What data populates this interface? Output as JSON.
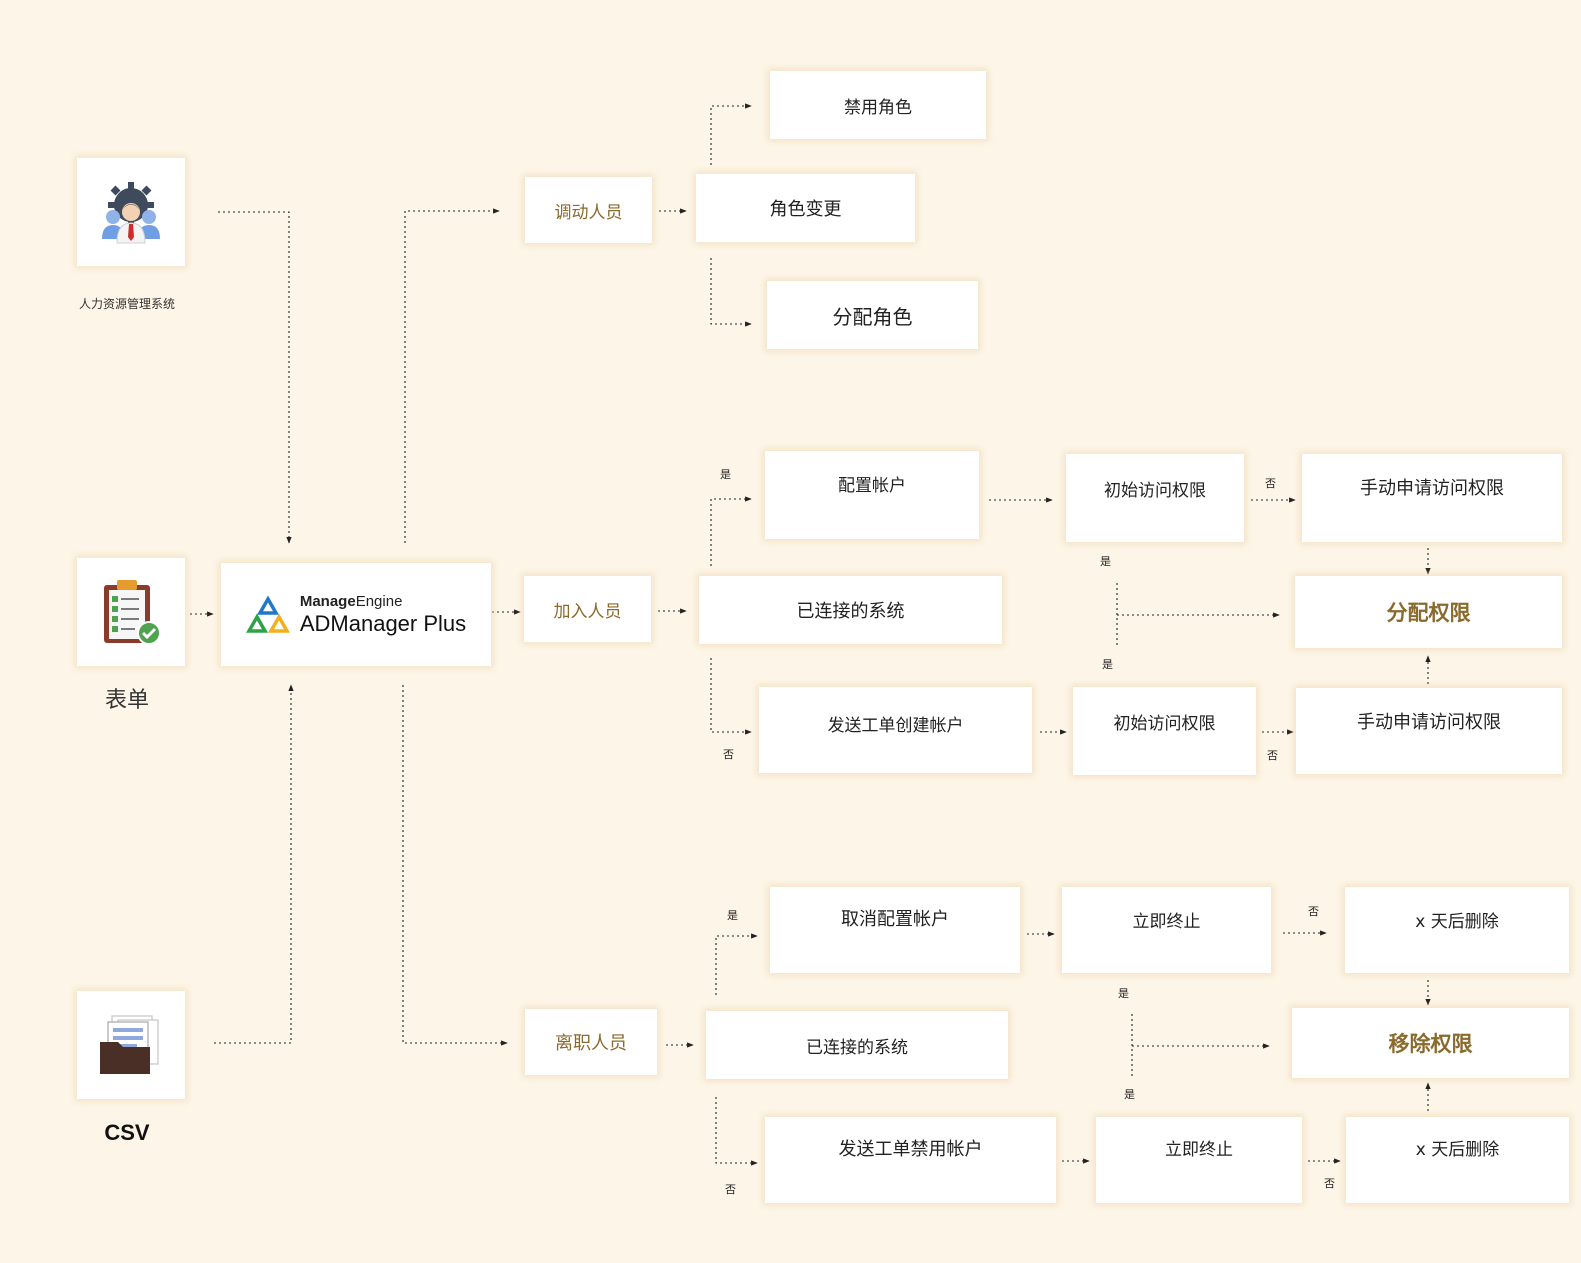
{
  "sources": {
    "hr": {
      "label": "人力资源管理系统",
      "icon": "hr-gear-person-icon"
    },
    "form": {
      "label": "表单",
      "icon": "clipboard-checklist-icon"
    },
    "csv": {
      "label": "CSV",
      "icon": "folder-documents-icon"
    }
  },
  "logo": {
    "brand_bold": "Manage",
    "brand_rest": "Engine",
    "product": "ADManager Plus",
    "icon": "manageengine-triangles-icon"
  },
  "categories": {
    "transfer": "调动人员",
    "join": "加入人员",
    "leave": "离职人员"
  },
  "transfer": {
    "disable_role": "禁用角色",
    "role_change": "角色变更",
    "assign_role": "分配角色"
  },
  "join": {
    "provision_account": "配置帐户",
    "initial_access_1": "初始访问权限",
    "manual_request_1": "手动申请访问权限",
    "connected_systems": "已连接的系统",
    "assign_permissions": "分配权限",
    "send_ticket_create": "发送工单创建帐户",
    "initial_access_2": "初始访问权限",
    "manual_request_2": "手动申请访问权限"
  },
  "leave": {
    "deprovision_account": "取消配置帐户",
    "terminate_now_1": "立即终止",
    "delete_after_1": "x 天后删除",
    "connected_systems": "已连接的系统",
    "remove_permissions": "移除权限",
    "send_ticket_disable": "发送工单禁用帐户",
    "terminate_now_2": "立即终止",
    "delete_after_2": "x 天后删除"
  },
  "edge_labels": {
    "yes": "是",
    "no": "否"
  },
  "colors": {
    "background": "#fdf5e7",
    "accent": "#8a6a2d",
    "connector": "#222222"
  }
}
